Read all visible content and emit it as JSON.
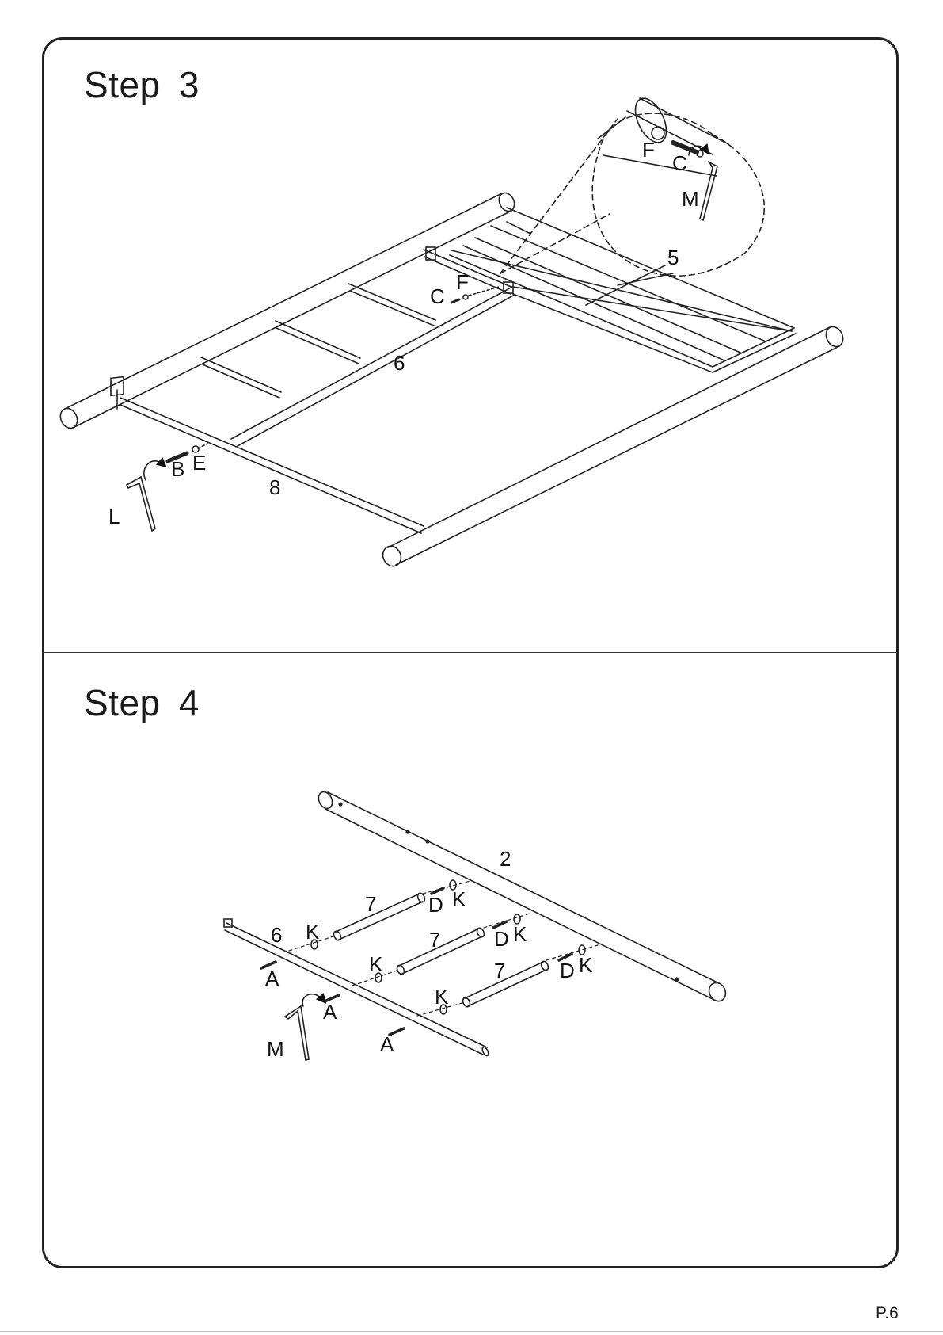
{
  "step3": {
    "title": "Step  3",
    "labels": {
      "part_5": "5",
      "part_6": "6",
      "part_8": "8",
      "c_main": "C",
      "f_main": "F",
      "b": "B",
      "e": "E",
      "l": "L",
      "f_detail": "F",
      "c_detail": "C",
      "m_detail": "M"
    }
  },
  "step4": {
    "title": "Step  4",
    "labels": {
      "part_2": "2",
      "part_6": "6",
      "part_7_top": "7",
      "part_7_mid": "7",
      "part_7_low": "7",
      "k1": "K",
      "k2": "K",
      "k3": "K",
      "k4": "K",
      "k5": "K",
      "k6": "K",
      "d1": "D",
      "d2": "D",
      "d3": "D",
      "a1": "A",
      "a2": "A",
      "a3": "A",
      "m": "M"
    }
  },
  "page_number": "P.6"
}
